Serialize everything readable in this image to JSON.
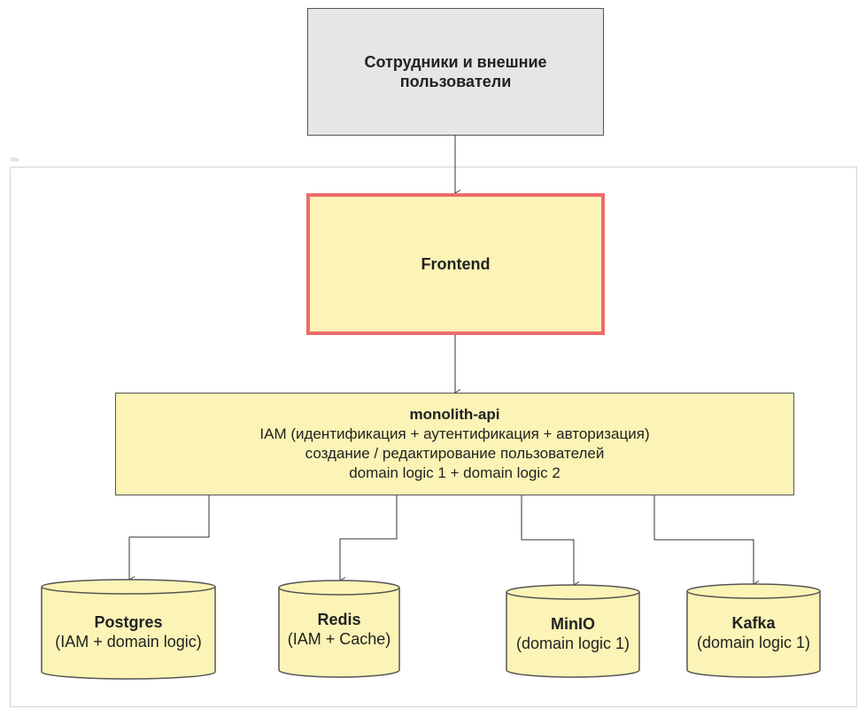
{
  "users_box": {
    "label": "Сотрудники и внешние пользователи"
  },
  "frontend_box": {
    "label": "Frontend"
  },
  "api_box": {
    "title": "monolith-api",
    "lines": [
      "IAM (идентификация + аутентификация + авторизация)",
      "создание / редактирование пользователей",
      "domain logic 1 + domain logic 2"
    ]
  },
  "databases": [
    {
      "name": "Postgres",
      "desc": "(IAM + domain logic)"
    },
    {
      "name": "Redis",
      "desc": "(IAM + Cache)"
    },
    {
      "name": "MinIO",
      "desc": "(domain logic 1)"
    },
    {
      "name": "Kafka",
      "desc": "(domain logic 1)"
    }
  ],
  "frame_tag": "title",
  "colors": {
    "yellow_fill": "#fbf4b6",
    "grey_fill": "#e6e6e6",
    "frontend_border": "#ef6b6b",
    "stroke": "#555555"
  }
}
